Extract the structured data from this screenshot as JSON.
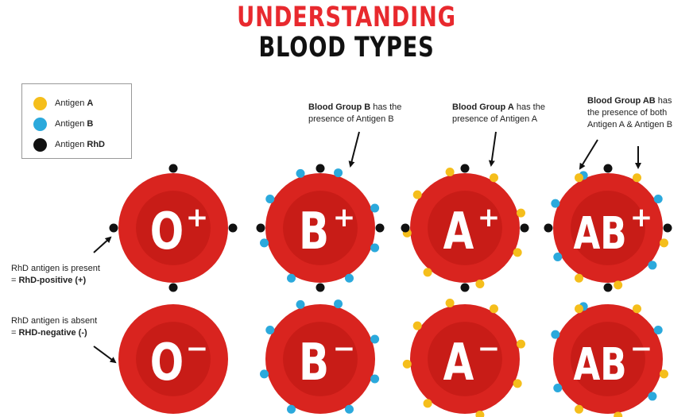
{
  "title": {
    "line1": "UNDERSTANDING",
    "line2": "BLOOD TYPES"
  },
  "colors": {
    "title_red": "#e8292e",
    "cell_red": "#d9241f",
    "cell_inner": "#c81c17",
    "antigen_a": "#f5be1b",
    "antigen_b": "#2ba9dc",
    "antigen_rhd": "#111111"
  },
  "legend": [
    {
      "color": "antigen_a",
      "prefix": "Antigen ",
      "strong": "A"
    },
    {
      "color": "antigen_b",
      "prefix": "Antigen ",
      "strong": "B"
    },
    {
      "color": "antigen_rhd",
      "prefix": "Antigen ",
      "strong": "RhD"
    }
  ],
  "annotations": {
    "group_b": {
      "strong": "Blood Group B",
      "text1": " has the",
      "text2": "presence of Antigen B"
    },
    "group_a": {
      "strong": "Blood Group A",
      "text1": " has the",
      "text2": "presence of Antigen A"
    },
    "group_ab": {
      "strong": "Blood Group AB",
      "text1": " has",
      "text2": "the presence of both",
      "text3": "Antigen A & Antigen B"
    },
    "rhd_present": {
      "text1": "RhD antigen is present",
      "prefix": "= ",
      "strong": "RhD-positive (+)"
    },
    "rhd_absent": {
      "text1": "RhD antigen is absent",
      "prefix": "= ",
      "strong": "RHD-negative (-)"
    }
  },
  "cells": [
    {
      "group": "O",
      "sign": "+",
      "antigens": [],
      "rhd": true
    },
    {
      "group": "B",
      "sign": "+",
      "antigens": [
        "B"
      ],
      "rhd": true
    },
    {
      "group": "A",
      "sign": "+",
      "antigens": [
        "A"
      ],
      "rhd": true
    },
    {
      "group": "AB",
      "sign": "+",
      "antigens": [
        "A",
        "B"
      ],
      "rhd": true
    },
    {
      "group": "O",
      "sign": "−",
      "antigens": [],
      "rhd": false
    },
    {
      "group": "B",
      "sign": "−",
      "antigens": [
        "B"
      ],
      "rhd": false
    },
    {
      "group": "A",
      "sign": "−",
      "antigens": [
        "A"
      ],
      "rhd": false
    },
    {
      "group": "AB",
      "sign": "−",
      "antigens": [
        "A",
        "B"
      ],
      "rhd": false
    }
  ]
}
